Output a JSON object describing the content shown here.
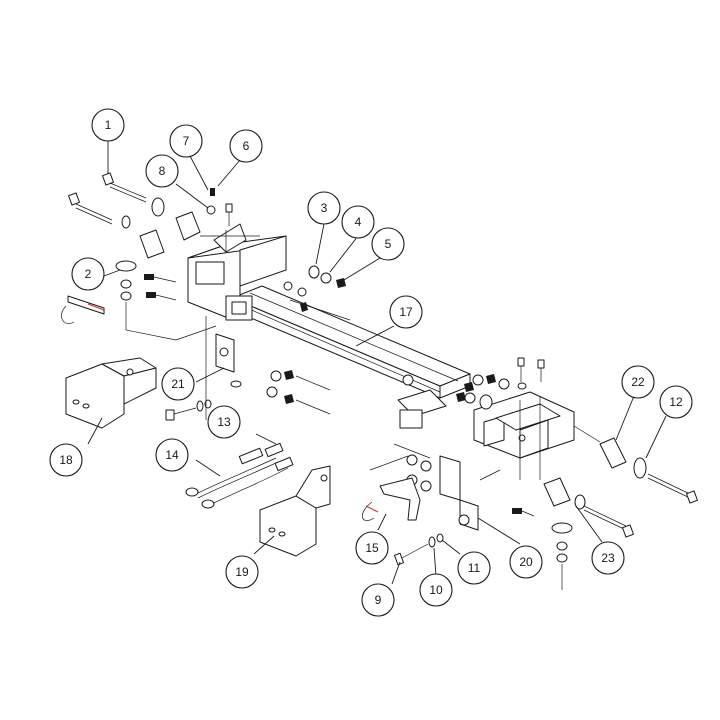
{
  "diagram": {
    "accent_color": "#e0202a",
    "line_color": "#1a1a1a",
    "callouts": [
      "1",
      "2",
      "3",
      "4",
      "5",
      "6",
      "7",
      "8",
      "9",
      "10",
      "11",
      "12",
      "13",
      "14",
      "15",
      "17",
      "18",
      "19",
      "20",
      "21",
      "22",
      "23"
    ]
  }
}
